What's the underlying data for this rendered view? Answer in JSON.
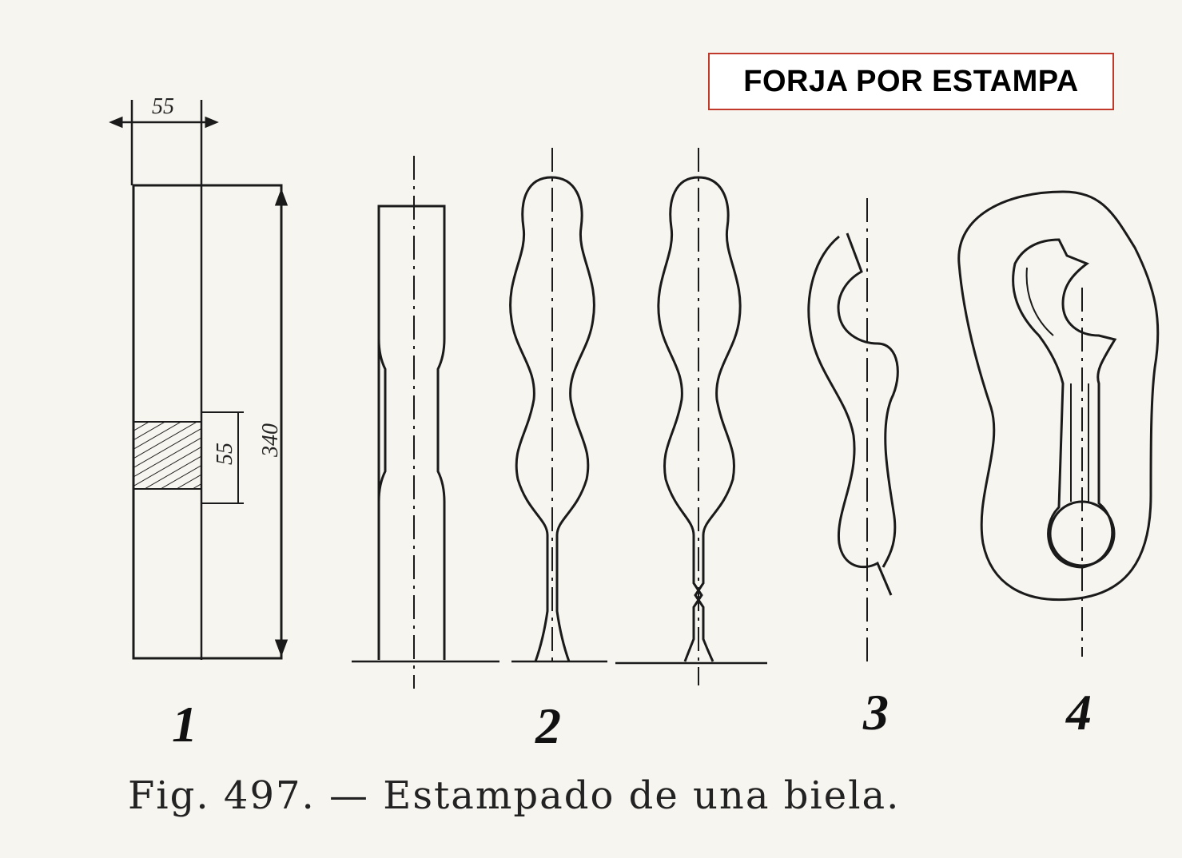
{
  "title_box": {
    "text": "FORJA POR ESTAMPA",
    "border_color": "#c0392b"
  },
  "dimensions": {
    "width_top": "55",
    "section_height": "55",
    "total_height": "340"
  },
  "stages": [
    "1",
    "2",
    "3",
    "4"
  ],
  "caption": "Fig. 497. — Estampado de una biela.",
  "colors": {
    "ink": "#1a1a1a",
    "paper": "#f7f5ef"
  }
}
